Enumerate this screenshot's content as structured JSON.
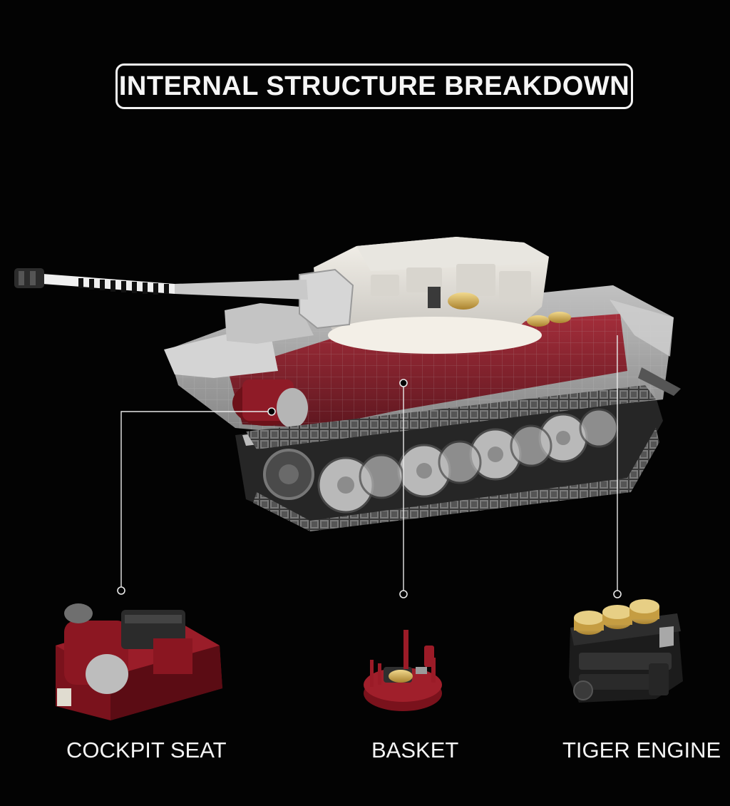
{
  "title": "INTERNAL STRUCTURE BREAKDOWN",
  "components": [
    {
      "label": "COCKPIT SEAT",
      "icon": "cockpit-seat-model"
    },
    {
      "label": "BASKET",
      "icon": "turret-basket-model"
    },
    {
      "label": "TIGER ENGINE",
      "icon": "engine-model"
    }
  ],
  "colors": {
    "background": "#030303",
    "hull_grey": "#c9c9c9",
    "interior_red": "#7e1520",
    "gold": "#c9a54a",
    "text": "#f5f5f5"
  }
}
